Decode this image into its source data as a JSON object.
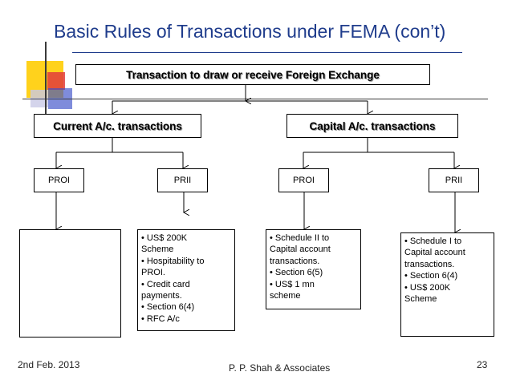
{
  "title": "Basic Rules of Transactions under FEMA (con’t)",
  "root": "Transaction to draw or receive Foreign Exchange",
  "branches": {
    "current": "Current A/c. transactions",
    "capital": "Capital A/c. transactions"
  },
  "leaves": {
    "current_proi": "PROI",
    "current_prii": "PRII",
    "capital_proi": "PROI",
    "capital_prii": "PRII"
  },
  "details": {
    "current_proi": [],
    "current_prii": [
      "• US$ 200K",
      "Scheme",
      "• Hospitability to",
      "PROI.",
      "• Credit card",
      "payments.",
      "• Section 6(4)",
      "• RFC A/c"
    ],
    "capital_proi": [
      "• Schedule II to",
      "Capital account",
      "transactions.",
      "• Section  6(5)",
      "•  US$ 1 mn",
      "scheme"
    ],
    "capital_prii": [
      "• Schedule I to",
      "Capital account",
      "transactions.",
      "• Section  6(4)",
      "• US$ 200K",
      "Scheme"
    ]
  },
  "footer": {
    "date": "2nd Feb. 2013",
    "firm": "P. P. Shah & Associates",
    "page": "23"
  },
  "colors": {
    "title": "#1f3c8c",
    "deco_yellow": "#ffd21c",
    "deco_red": "#e23c3c",
    "deco_blue": "#3a4ec8"
  }
}
